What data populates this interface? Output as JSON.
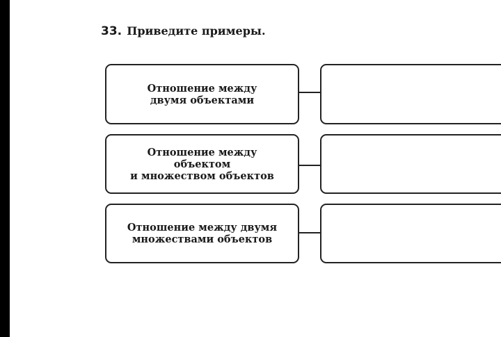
{
  "task": {
    "number": "33.",
    "instruction": "Приведите примеры."
  },
  "rows": [
    {
      "label": "Отношение между\nдвумя объектами",
      "answer": ""
    },
    {
      "label": "Отношение между\nобъектом\nи множеством объектов",
      "answer": ""
    },
    {
      "label": "Отношение между двумя\nмножествами объектов",
      "answer": ""
    }
  ]
}
